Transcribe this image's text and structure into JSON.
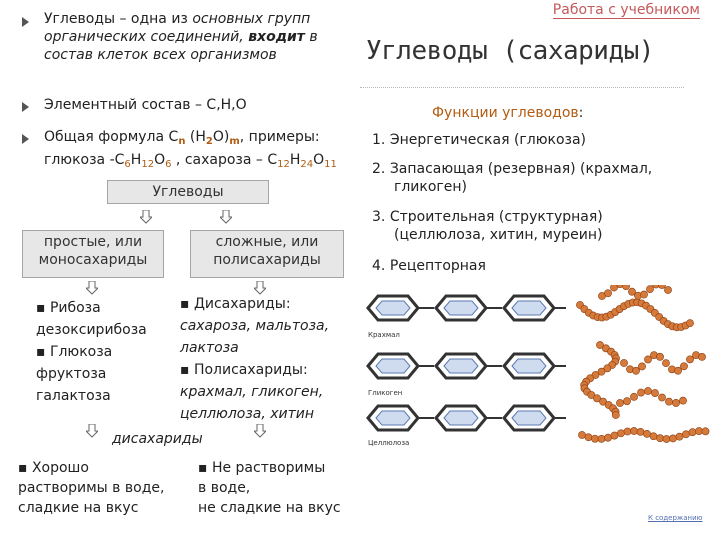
{
  "left": {
    "bullet1": {
      "t1": "Углеводы",
      "t2": " – одна из ",
      "t3": "основных групп органических соединений, ",
      "t4": "входит",
      "t5": " в состав клеток всех организмов"
    },
    "bullet2": "Элементный состав – C,H,O",
    "bullet3": {
      "a": "Общая формула C",
      "n": "n",
      "b": " (H",
      "two": "2",
      "c": "O)",
      "m": "m",
      "d": ", примеры:",
      "line2a": "глюкоза -C",
      "s6a": "6",
      "h": "H",
      "s12a": "12",
      "o": "O",
      "s6b": "6",
      "line2b": " , сахароза – C",
      "s12b": "12",
      "h2": "H",
      "s24": "24",
      "o2": "O",
      "s11": "11"
    },
    "diagram": {
      "root": "Углеводы",
      "simple": "простые, или моносахариды",
      "complex": "сложные, или полисахариды",
      "simple_list": [
        "▪ Рибоза",
        "дезоксирибоза",
        "▪ Глюкоза",
        "фруктоза",
        "галактоза"
      ],
      "complex_list": [
        "▪ Дисахариды:",
        "сахароза, мальтоза,",
        "лактоза",
        "▪ Полисахариды:",
        "крахмал, гликоген,",
        "целлюлоза, хитин"
      ],
      "disacch": "дисахариды",
      "prop_left": [
        "▪ Хорошо",
        "растворимы в воде,",
        "сладкие на вкус"
      ],
      "prop_right": [
        "▪ Не растворимы",
        "в воде,",
        "не сладкие на вкус"
      ]
    }
  },
  "right": {
    "link": "Работа с учебником",
    "title": "Углеводы (сахариды)",
    "functions_title": "Функции углеводов",
    "colon": ":",
    "functions": [
      {
        "num": "1.",
        "text": "Энергетическая (глюкоза)"
      },
      {
        "num": "2.",
        "text": "Запасающая (резервная) (крахмал,",
        "text2": "гликоген)"
      },
      {
        "num": "3.",
        "text": "Строительная (структурная)",
        "text2": "(целлюлоза, хитин, муреин)"
      },
      {
        "num": "4.",
        "text": "Рецепторная"
      }
    ],
    "image_labels": {
      "starch": "Крахмал",
      "glycogen": "Гликоген",
      "cellulose": "Целлюлоза"
    }
  },
  "footer_link": "К содержанию",
  "colors": {
    "orange": "#b25c12",
    "bead": "#d67a3c",
    "box": "#e7e7e7",
    "link": "#c45a5a"
  }
}
